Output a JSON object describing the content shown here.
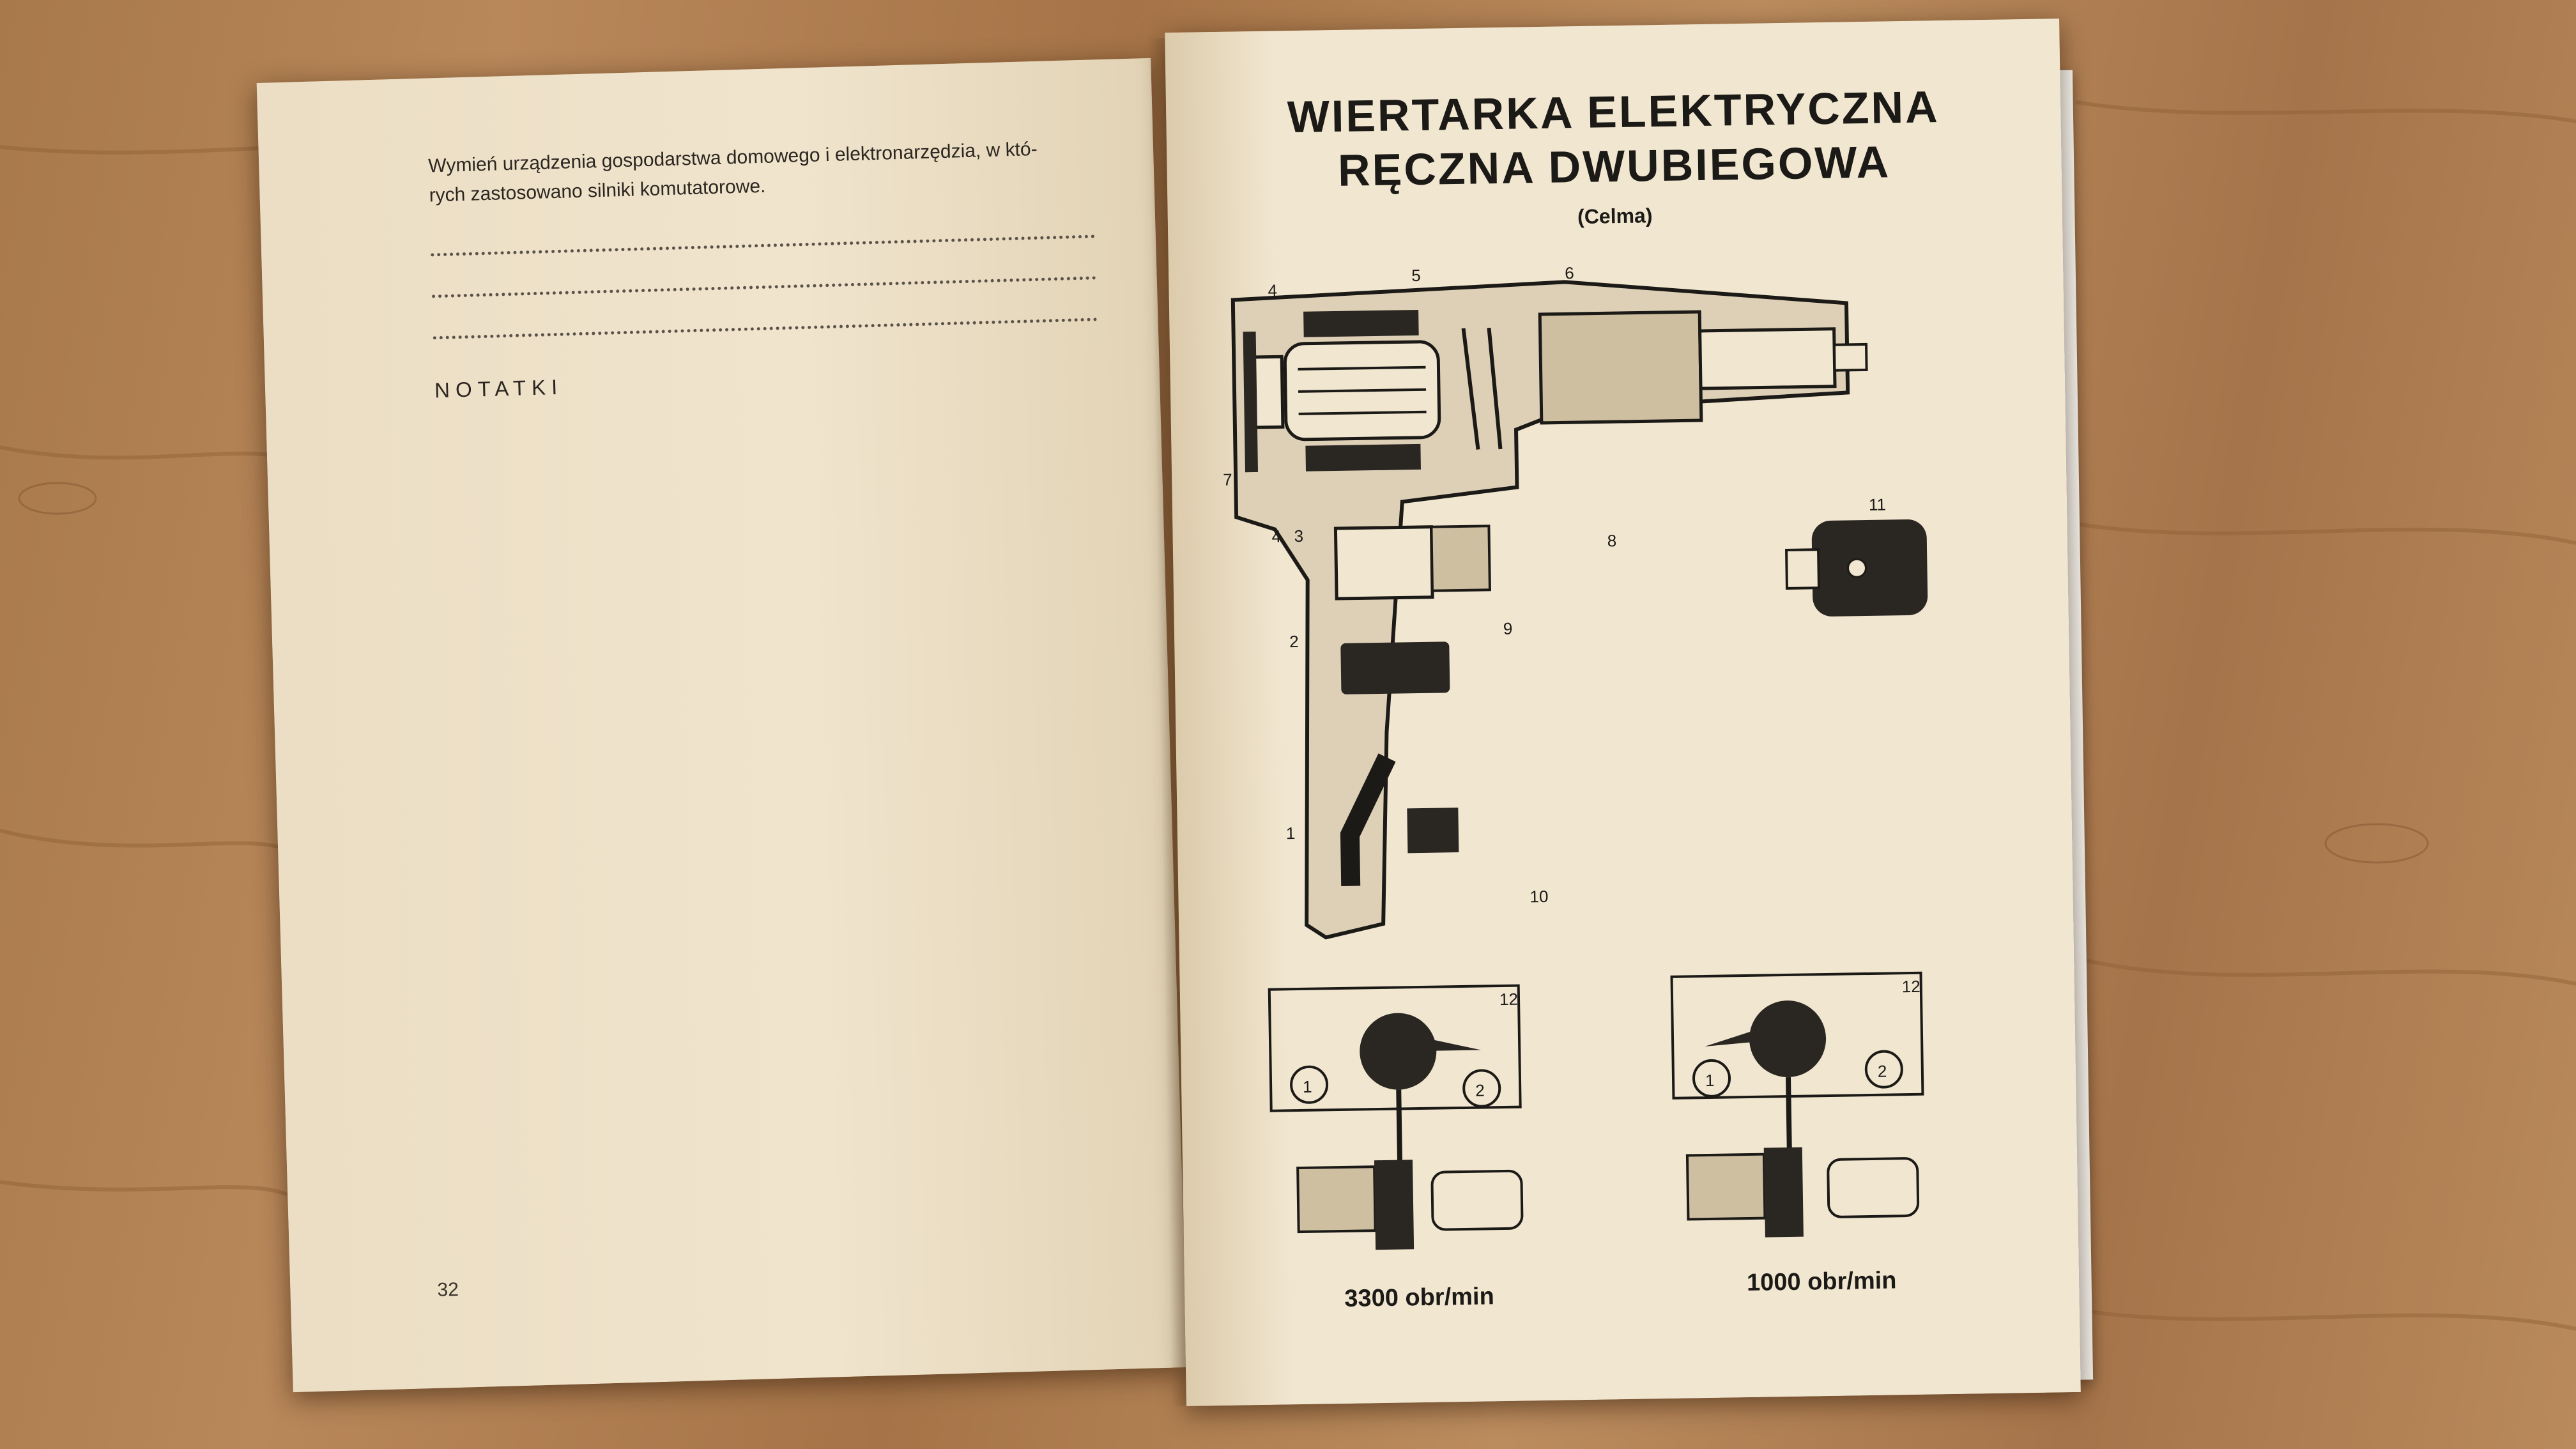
{
  "left_page": {
    "question_line1": "Wymień urządzenia gospodarstwa domowego i elektronarzędzia, w któ-",
    "question_line2": "rych zastosowano silniki komutatorowe.",
    "notes_heading": "NOTATKI",
    "page_number": "32"
  },
  "right_page": {
    "title_line1": "WIERTARKA ELEKTRYCZNA",
    "title_line2": "RĘCZNA DWUBIEGOWA",
    "subtitle": "(Celma)",
    "callouts": [
      "1",
      "2",
      "3",
      "4",
      "4",
      "5",
      "6",
      "7",
      "8",
      "9",
      "10",
      "11",
      "12",
      "12"
    ],
    "gear_positions": {
      "pos1": "1",
      "pos2": "2"
    },
    "speed_high": "3300 obr/min",
    "speed_low": "1000 obr/min"
  },
  "colors": {
    "paper": "#efe3cc",
    "ink": "#1c1a17",
    "wood": "#b8875a"
  }
}
